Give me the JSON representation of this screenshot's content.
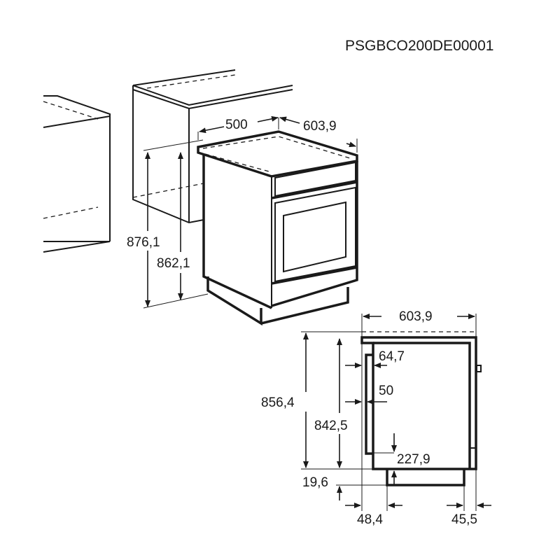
{
  "product_code": "PSGBCO200DE00001",
  "perspective_view": {
    "width": "500",
    "depth": "603,9",
    "height_total": "876,1",
    "height_body": "862,1"
  },
  "side_view": {
    "depth": "603,9",
    "height_total": "856,4",
    "height_body": "842,5",
    "door_offset": "64,7",
    "handle_offset": "50",
    "handle_bottom": "227,9",
    "plinth_height": "19,6",
    "plinth_front_offset": "48,4",
    "plinth_back_offset": "45,5"
  }
}
